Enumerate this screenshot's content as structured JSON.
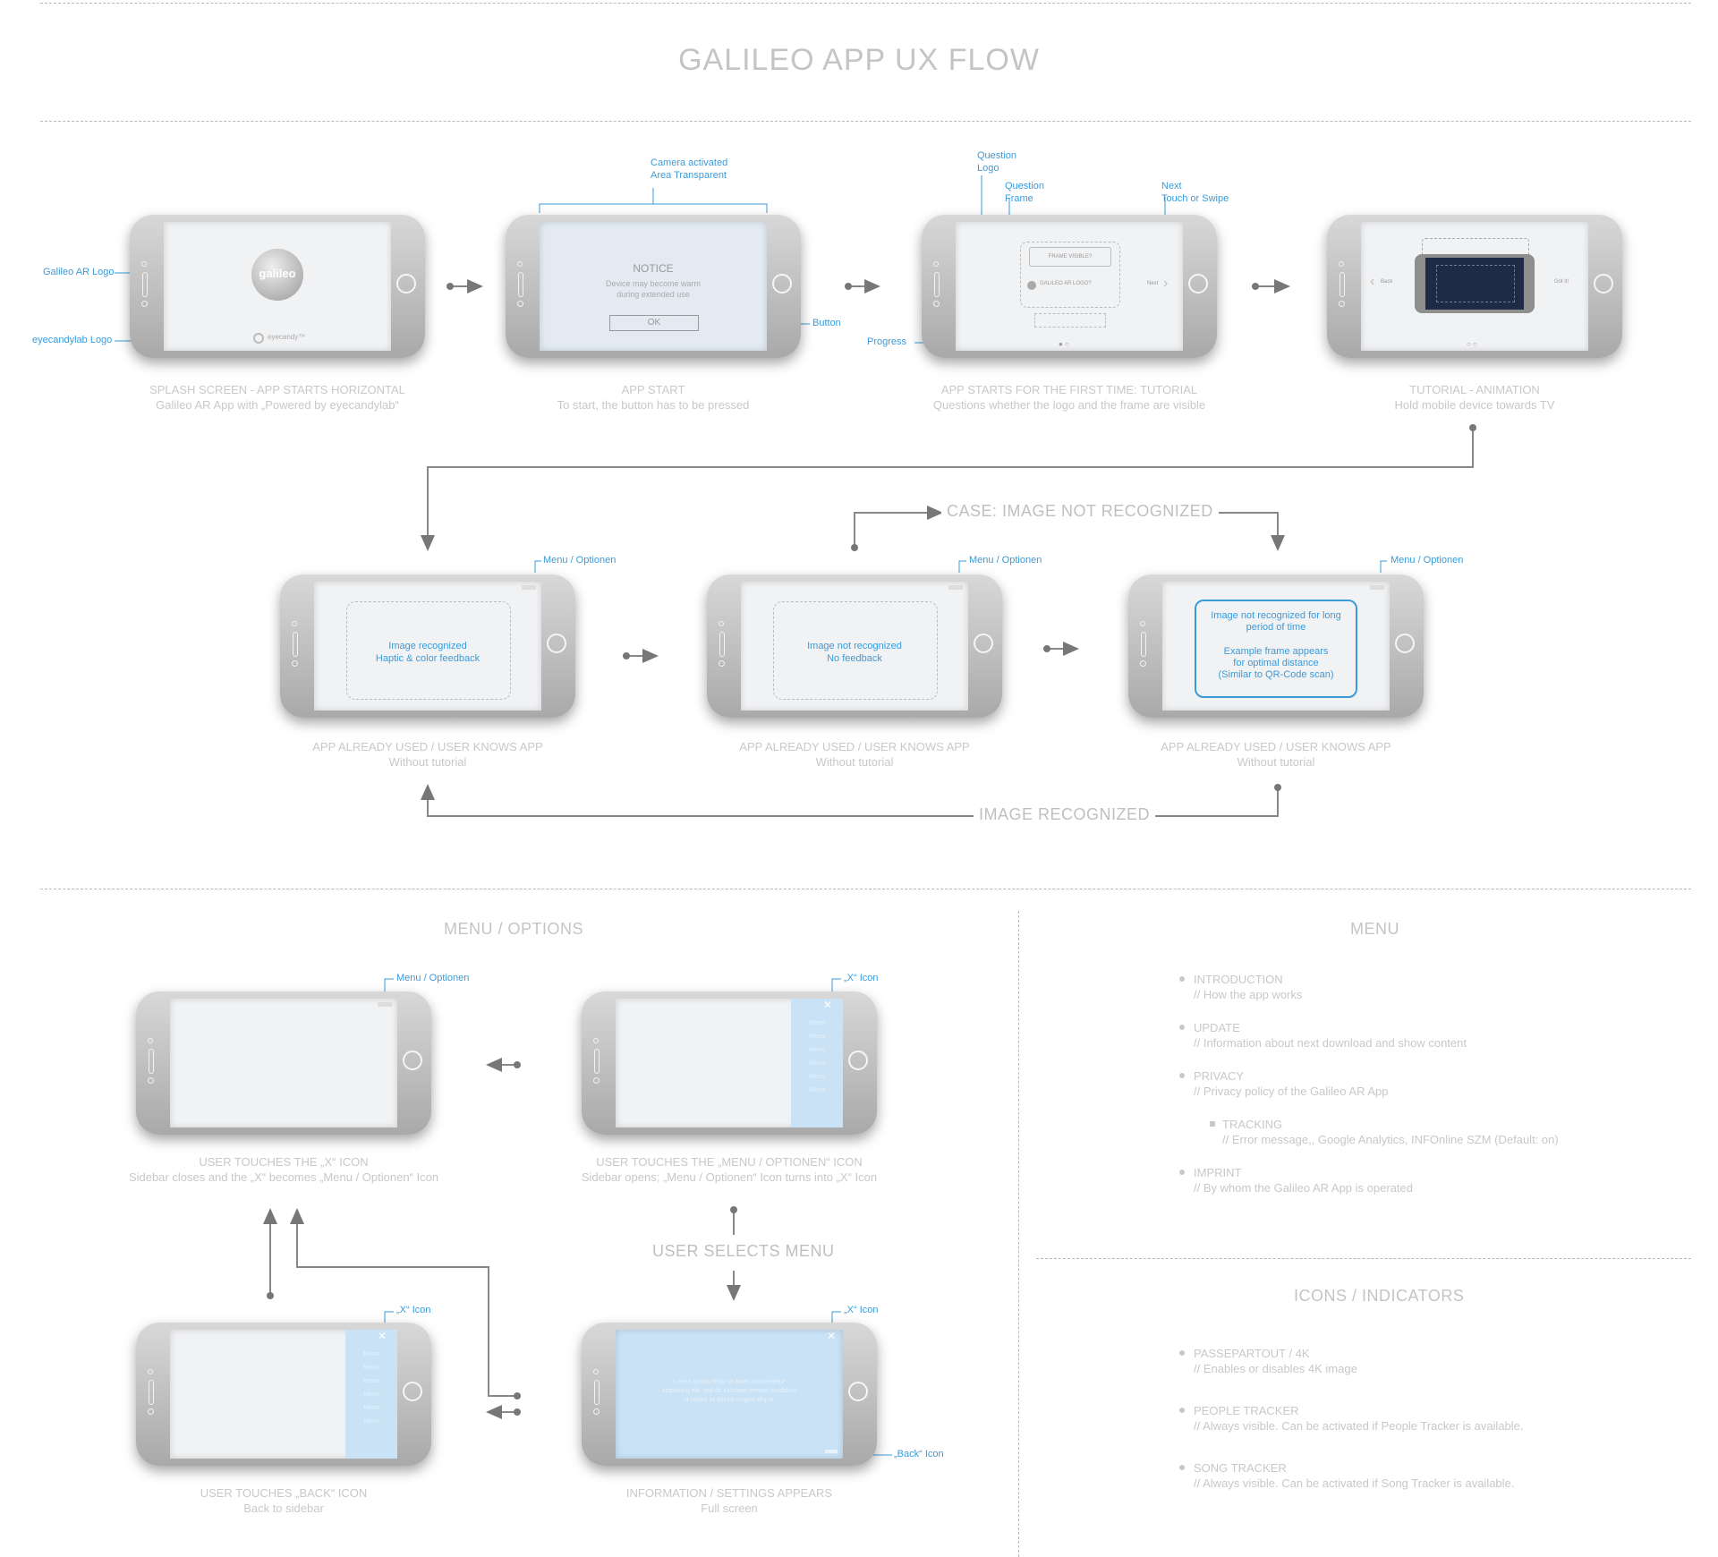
{
  "title": "GALILEO APP UX FLOW",
  "row1": [
    {
      "caption1": "SPLASH SCREEN - APP STARTS HORIZONTAL",
      "caption2": "Galileo AR App with „Powered by eyecandylab“"
    },
    {
      "caption1": "APP START",
      "caption2": "To start, the button has to be pressed"
    },
    {
      "caption1": "APP STARTS FOR THE FIRST TIME: TUTORIAL",
      "caption2": "Questions whether the logo and the frame are visible"
    },
    {
      "caption1": "TUTORIAL - ANIMATION",
      "caption2": "Hold mobile device towards TV"
    }
  ],
  "splash": {
    "logo": "galileo",
    "eyecandy": "eyecandy™"
  },
  "notice": {
    "title": "NOTICE",
    "line1": "Device may become warm",
    "line2": "during extended use",
    "button": "OK"
  },
  "tutorial": {
    "q1": "FRAME VISIBLE?",
    "q2": "GALILEO AR LOGO?",
    "next": "Next"
  },
  "anim": {
    "back": "Back",
    "gotit": "Got it!"
  },
  "annotations": {
    "galileo_logo": "Galileo AR Logo",
    "eyecandy_logo": "eyecandylab Logo",
    "camera1": "Camera activated",
    "camera2": "Area Transparent",
    "button": "Button",
    "qlogo1": "Question",
    "qlogo2": "Logo",
    "qframe1": "Question",
    "qframe2": "Frame",
    "next1": "Next",
    "next2": "Touch or Swipe",
    "progress": "Progress",
    "menu": "Menu / Optionen",
    "x_icon": "„X“ Icon",
    "back_icon": "„Back“ Icon"
  },
  "row2": [
    {
      "screen1": "Image recognized",
      "screen2": "Haptic & color feedback",
      "caption1": "APP ALREADY USED / USER KNOWS APP",
      "caption2": "Without tutorial"
    },
    {
      "screen1": "Image not recognized",
      "screen2": "No feedback",
      "caption1": "APP ALREADY USED / USER KNOWS APP",
      "caption2": "Without tutorial"
    },
    {
      "screen1": "Image not recognized for long",
      "screen2": "period of time",
      "screen3": "Example frame appears",
      "screen4": "for optimal distance",
      "screen5": "(Similar to QR-Code scan)",
      "caption1": "APP ALREADY USED / USER KNOWS APP",
      "caption2": "Without tutorial"
    }
  ],
  "case_label": "CASE: IMAGE NOT RECOGNIZED",
  "recognized_label": "IMAGE RECOGNIZED",
  "menu_options": {
    "heading": "MENU / OPTIONS",
    "p1": {
      "caption1": "USER TOUCHES THE „X“ ICON",
      "caption2": "Sidebar closes and the „X“ becomes „Menu / Optionen“ Icon"
    },
    "p2": {
      "caption1": "USER TOUCHES THE  „MENU / OPTIONEN“ ICON",
      "caption2": "Sidebar opens; „Menu / Optionen“ Icon turns into „X“ Icon"
    },
    "p3": {
      "caption1": "USER TOUCHES „BACK“ ICON",
      "caption2": "Back to sidebar"
    },
    "p4": {
      "caption1": "INFORMATION / SETTINGS APPEARS",
      "caption2": "Full screen"
    },
    "user_selects": "USER SELECTS MENU",
    "sidebar_items": [
      "Menu",
      "Menu",
      "Menu",
      "Menu",
      "Menu",
      "Menu"
    ],
    "lorem": "Lorem ipsum dolor sit amet, consectetur adipiscing elit, sed do eiusmod tempor incididunt ut labore et dolore magna aliqua."
  },
  "menu": {
    "heading": "MENU",
    "items": [
      {
        "title": "INTRODUCTION",
        "desc": "// How the app works"
      },
      {
        "title": "UPDATE",
        "desc": "// Information about next download and show content"
      },
      {
        "title": "PRIVACY",
        "desc": "// Privacy policy of the Galileo AR App"
      },
      {
        "title": "TRACKING",
        "desc": "// Error message,, Google Analytics, INFOnline SZM (Default: on)"
      },
      {
        "title": "IMPRINT",
        "desc": "// By whom the Galileo AR App is operated"
      }
    ]
  },
  "icons": {
    "heading": "ICONS / INDICATORS",
    "items": [
      {
        "title": "PASSEPARTOUT / 4K",
        "desc": "// Enables or disables 4K image"
      },
      {
        "title": "PEOPLE TRACKER",
        "desc": "// Always visible. Can be activated if People Tracker is available."
      },
      {
        "title": "SONG TRACKER",
        "desc": "// Always visible. Can be activated if Song Tracker is available."
      }
    ]
  },
  "colors": {
    "accent": "#3a9bd9",
    "grey": "#c8c8c8",
    "sidebar": "#c9e2f6"
  }
}
